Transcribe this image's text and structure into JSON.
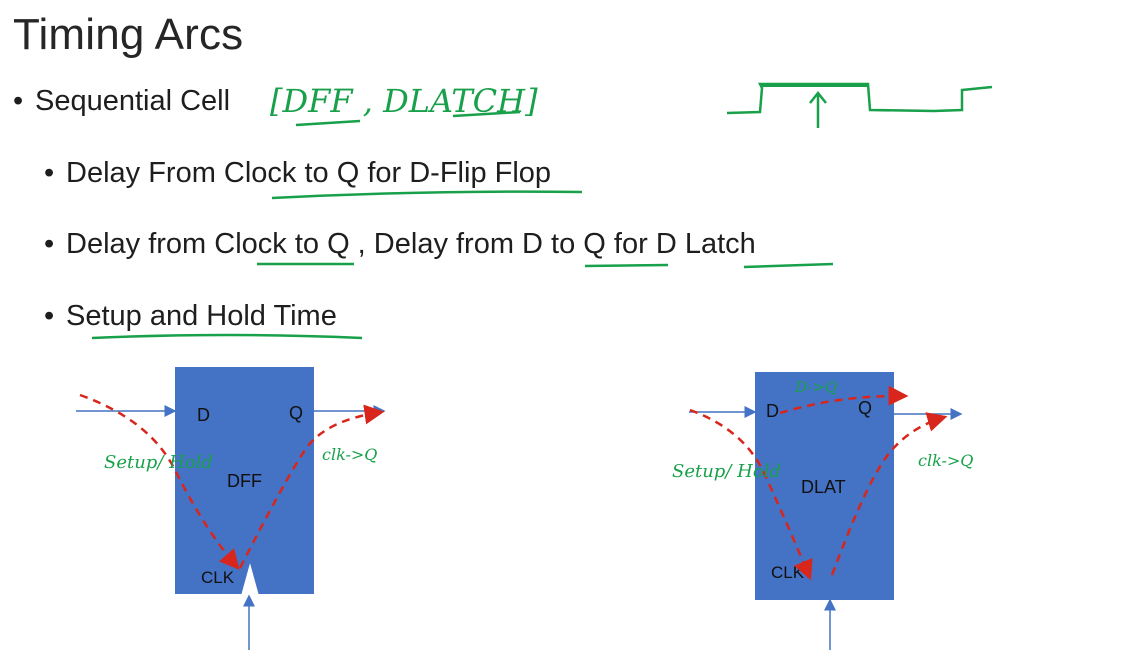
{
  "slide": {
    "title": "Timing Arcs",
    "bullets": [
      {
        "text": "Sequential Cell",
        "level": 1
      },
      {
        "text": "Delay From Clock to Q for D-Flip Flop",
        "level": 2
      },
      {
        "text": "Delay from Clock to Q , Delay from D to Q for D Latch",
        "level": 2
      },
      {
        "text": "Setup and Hold Time",
        "level": 2
      }
    ]
  },
  "annotations": {
    "cell_types": "[DFF , DLATCH]",
    "setup_hold": "Setup/ Hold",
    "clk_to_q": "clk->Q",
    "d_to_q": "D->Q"
  },
  "diagrams": {
    "dff": {
      "name": "DFF",
      "d_pin": "D",
      "q_pin": "Q",
      "clk_pin": "CLK"
    },
    "dlat": {
      "name": "DLAT",
      "d_pin": "D",
      "q_pin": "Q",
      "clk_pin": "CLK"
    }
  },
  "colors": {
    "block": "#4472c4",
    "arc": "#d9261c",
    "ink": "#18a04a",
    "pin_arrow": "#4472c4"
  }
}
